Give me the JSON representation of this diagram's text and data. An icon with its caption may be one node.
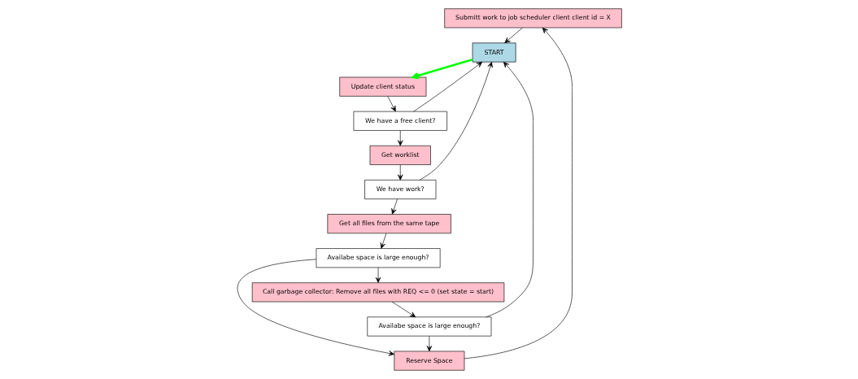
{
  "diagram": {
    "nodes": [
      {
        "text": [
          "Submitt work to job scheduler client client id = X"
        ]
      },
      {
        "text": [
          "START"
        ]
      },
      {
        "text": [
          "Update client status"
        ]
      },
      {
        "text": [
          "We have a free client?"
        ]
      },
      {
        "text": [
          "Get worklist"
        ]
      },
      {
        "text": [
          "We have work?"
        ]
      },
      {
        "text": [
          "Get all files from the same tape"
        ]
      },
      {
        "text": [
          "Availabe space is large enough?"
        ]
      },
      {
        "text": [
          "Reserve Space"
        ]
      },
      {
        "text": [
          "Call garbage collector: Remove all files with REQ <= 0 (set state = start)"
        ]
      },
      {
        "text": [
          "Availabe space is large enough?"
        ]
      }
    ],
    "edges": [
      {
        "from": 0,
        "to": 1,
        "arrow": "to"
      },
      {
        "from": 1,
        "to": 2,
        "arrow": "to",
        "style": "thick",
        "color": "#00ff00"
      },
      {
        "from": 2,
        "to": 3,
        "arrow": "to"
      },
      {
        "from": 3,
        "to": 1,
        "arrow": "to"
      },
      {
        "from": 3,
        "to": 4,
        "arrow": "to"
      },
      {
        "from": 4,
        "to": 5,
        "arrow": "to"
      },
      {
        "from": 5,
        "to": 1,
        "arrow": "to"
      },
      {
        "from": 5,
        "to": 6,
        "arrow": "to"
      },
      {
        "from": 6,
        "to": 10,
        "arrow": "to"
      },
      {
        "from": 10,
        "to": 9,
        "arrow": "to"
      },
      {
        "from": 10,
        "to": 8,
        "arrow": "to"
      },
      {
        "from": 9,
        "to": 7,
        "arrow": "to"
      },
      {
        "from": 7,
        "to": 1,
        "arrow": "to"
      },
      {
        "from": 7,
        "to": 8,
        "arrow": "to"
      },
      {
        "from": 8,
        "to": 0,
        "arrow": "to"
      }
    ]
  }
}
